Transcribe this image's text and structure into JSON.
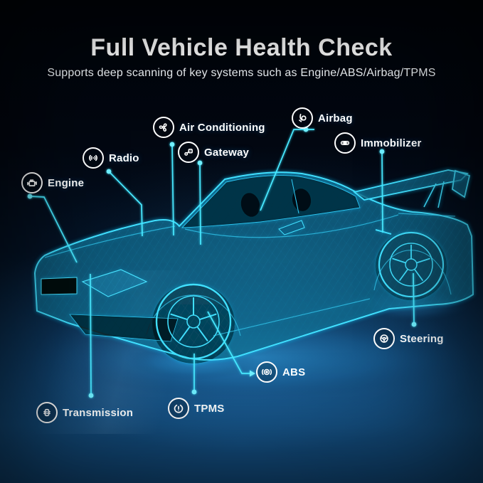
{
  "header": {
    "title": "Full Vehicle Health Check",
    "subtitle": "Supports deep scanning of key systems such as Engine/ABS/Airbag/TPMS"
  },
  "systems": [
    {
      "label": "Engine",
      "icon": "engine-icon"
    },
    {
      "label": "Radio",
      "icon": "radio-icon"
    },
    {
      "label": "Air Conditioning",
      "icon": "air-conditioning-icon"
    },
    {
      "label": "Gateway",
      "icon": "gateway-icon"
    },
    {
      "label": "Airbag",
      "icon": "airbag-icon"
    },
    {
      "label": "Immobilizer",
      "icon": "immobilizer-icon"
    },
    {
      "label": "Steering",
      "icon": "steering-icon"
    },
    {
      "label": "ABS",
      "icon": "abs-icon"
    },
    {
      "label": "TPMS",
      "icon": "tpms-icon"
    },
    {
      "label": "Transmission",
      "icon": "transmission-icon"
    }
  ],
  "illustration": {
    "subject": "wireframe sports car"
  },
  "colors": {
    "accent_cyan": "#3fe0ff",
    "leader_line": "#49e9ff",
    "label_text": "#ffffff",
    "title_text": "#ffffff",
    "background_glow_blue": "#14507f"
  }
}
